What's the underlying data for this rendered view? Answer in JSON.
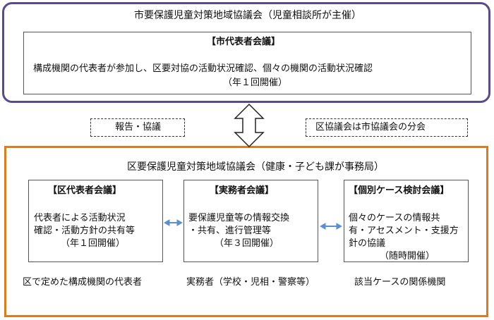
{
  "city_council": {
    "title": "市要保護児童対策地域協議会（児童相談所が主催）",
    "box_title": "【市代表者会議】",
    "desc": "構成機関の代表者が参加し、区要対協の活動状況確認、個々の機関の活動状況確認",
    "frequency": "（年１回開催）"
  },
  "middle": {
    "left_note": "報告・協議",
    "right_note": "区協議会は市協議会の分会"
  },
  "ward_council": {
    "title": "区要保護児童対策地域協議会（健康・子ども課が事務局）",
    "boxes": [
      {
        "title": "【区代表者会議】",
        "lines": [
          "代表者による活動状況",
          "確認・活動方針の共有等",
          "（年１回開催）"
        ],
        "participants": "区で定めた構成機関の代表者"
      },
      {
        "title": "【実務者会議】",
        "lines": [
          "要保護児童等の情報交換",
          "・共有、進行管理等",
          "（年３回開催）"
        ],
        "participants": "実務者（学校・児相・警察等）"
      },
      {
        "title": "【個別ケース検討会議】",
        "lines": [
          "個々のケースの情報共",
          "有・アセスメント・支援方",
          "針の協議",
          "（随時開催）"
        ],
        "participants": "該当ケースの関係機関"
      }
    ]
  },
  "colors": {
    "city_border": "#5b4a8a",
    "ward_border": "#e07a1f",
    "link_arrow": "#5b8fd0"
  }
}
